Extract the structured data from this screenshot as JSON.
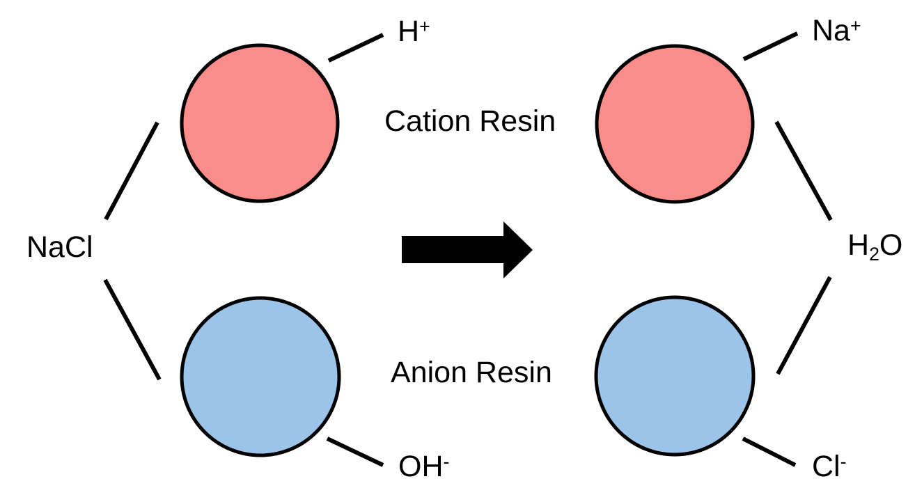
{
  "colors": {
    "cation_fill": "#FA8C8A",
    "anion_fill": "#9CC3E8",
    "outline": "#000000",
    "arrow_fill": "#000000",
    "text": "#000000",
    "background": "#FFFFFF"
  },
  "labels": {
    "reactant": "NaCl",
    "cation_resin": "Cation Resin",
    "anion_resin": "Anion Resin"
  },
  "ions": {
    "h": {
      "base": "H",
      "charge": "+"
    },
    "oh": {
      "base": "OH",
      "charge": "-"
    },
    "na": {
      "base": "Na",
      "charge": "+"
    },
    "cl": {
      "base": "Cl",
      "charge": "-"
    }
  },
  "product": {
    "h2o_base": "H",
    "h2o_sub": "2",
    "h2o_tail": "O"
  }
}
